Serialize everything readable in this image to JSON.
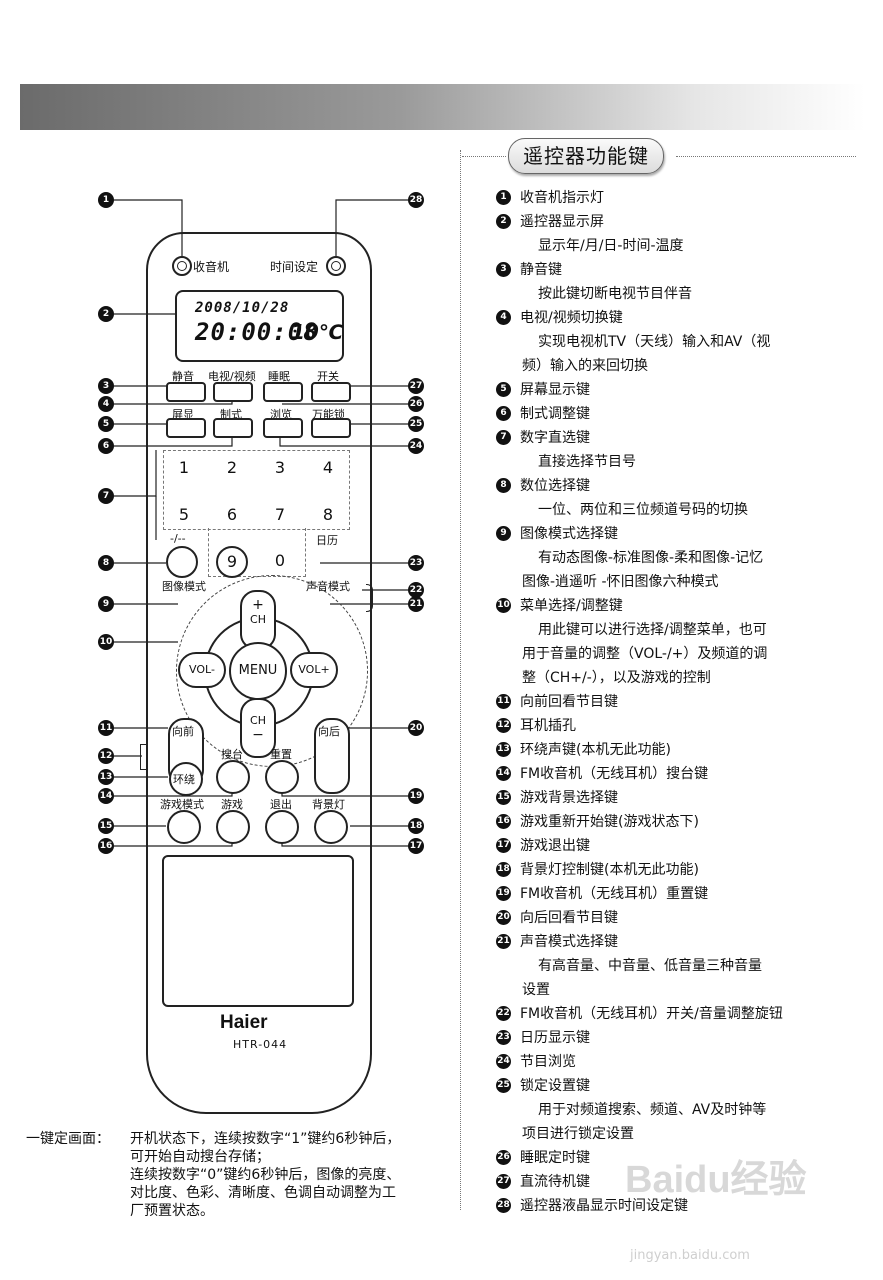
{
  "header": {
    "title": "遥控器功能键"
  },
  "functions": [
    {
      "n": "1",
      "label": "收音机指示灯",
      "desc": []
    },
    {
      "n": "2",
      "label": "遥控器显示屏",
      "desc": [
        {
          "t": "显示年/月/日-时间-温度",
          "s": "ind"
        }
      ]
    },
    {
      "n": "3",
      "label": "静音键",
      "desc": [
        {
          "t": "按此键切断电视节目伴音",
          "s": "ind"
        }
      ]
    },
    {
      "n": "4",
      "label": "电视/视频切换键",
      "desc": [
        {
          "t": "实现电视机TV（天线）输入和AV（视",
          "s": "ind"
        },
        {
          "t": "频）输入的来回切换",
          "s": "low"
        }
      ]
    },
    {
      "n": "5",
      "label": "屏幕显示键",
      "desc": []
    },
    {
      "n": "6",
      "label": "制式调整键",
      "desc": []
    },
    {
      "n": "7",
      "label": "数字直选键",
      "desc": [
        {
          "t": "直接选择节目号",
          "s": "ind"
        }
      ]
    },
    {
      "n": "8",
      "label": "数位选择键",
      "desc": [
        {
          "t": "一位、两位和三位频道号码的切换",
          "s": "ind"
        }
      ]
    },
    {
      "n": "9",
      "label": "图像模式选择键",
      "desc": [
        {
          "t": "有动态图像-标准图像-柔和图像-记忆",
          "s": "ind"
        },
        {
          "t": "图像-逍遥听 -怀旧图像六种模式",
          "s": "low"
        }
      ]
    },
    {
      "n": "10",
      "label": "菜单选择/调整键",
      "desc": [
        {
          "t": "用此键可以进行选择/调整菜单，也可",
          "s": "ind"
        },
        {
          "t": "用于音量的调整（VOL-/+）及频道的调",
          "s": "low"
        },
        {
          "t": "整（CH+/-），以及游戏的控制",
          "s": "low"
        }
      ]
    },
    {
      "n": "11",
      "label": "向前回看节目键",
      "desc": []
    },
    {
      "n": "12",
      "label": "耳机插孔",
      "desc": []
    },
    {
      "n": "13",
      "label": "环绕声键(本机无此功能)",
      "desc": []
    },
    {
      "n": "14",
      "label": "FM收音机（无线耳机）搜台键",
      "desc": []
    },
    {
      "n": "15",
      "label": "游戏背景选择键",
      "desc": []
    },
    {
      "n": "16",
      "label": "游戏重新开始键(游戏状态下)",
      "desc": []
    },
    {
      "n": "17",
      "label": "游戏退出键",
      "desc": []
    },
    {
      "n": "18",
      "label": "背景灯控制键(本机无此功能)",
      "desc": []
    },
    {
      "n": "19",
      "label": "FM收音机（无线耳机）重置键",
      "desc": []
    },
    {
      "n": "20",
      "label": "向后回看节目键",
      "desc": []
    },
    {
      "n": "21",
      "label": "声音模式选择键",
      "desc": [
        {
          "t": "有高音量、中音量、低音量三种音量",
          "s": "ind"
        },
        {
          "t": "设置",
          "s": "low"
        }
      ]
    },
    {
      "n": "22",
      "label": "FM收音机（无线耳机）开关/音量调整旋钮",
      "desc": []
    },
    {
      "n": "23",
      "label": "日历显示键",
      "desc": []
    },
    {
      "n": "24",
      "label": "节目浏览",
      "desc": []
    },
    {
      "n": "25",
      "label": "锁定设置键",
      "desc": [
        {
          "t": "用于对频道搜索、频道、AV及时钟等",
          "s": "ind"
        },
        {
          "t": "项目进行锁定设置",
          "s": "low"
        }
      ]
    },
    {
      "n": "26",
      "label": "睡眠定时键",
      "desc": []
    },
    {
      "n": "27",
      "label": "直流待机键",
      "desc": []
    },
    {
      "n": "28",
      "label": "遥控器液晶显示时间设定键",
      "desc": []
    }
  ],
  "remote": {
    "radio_label": "收音机",
    "time_set_label": "时间设定",
    "lcd_date": "2008/10/28",
    "lcd_time": "20:00:08",
    "lcd_temp": "10℃",
    "row1": [
      "静音",
      "电视/视频",
      "睡眠",
      "开关"
    ],
    "row2": [
      "屏显",
      "制式",
      "浏览",
      "万能锁"
    ],
    "digits": [
      "1",
      "2",
      "3",
      "4",
      "5",
      "6",
      "7",
      "8",
      "9",
      "0"
    ],
    "dash_label": "-/--",
    "calendar_label": "日历",
    "image_mode_label": "图像模式",
    "sound_mode_label": "声音模式",
    "ch_plus": "+\nCH",
    "ch_label": "CH",
    "vol_minus": "VOL-",
    "vol_plus": "VOL+",
    "menu": "MENU",
    "forward": "向前",
    "surround": "环绕",
    "backward": "向后",
    "search": "搜台",
    "reset": "重置",
    "game_mode": "游戏模式",
    "game": "游戏",
    "exit": "退出",
    "backlight": "背景灯",
    "brand": "Haier",
    "model": "HTR-044"
  },
  "callouts_left": [
    "1",
    "2",
    "3",
    "4",
    "5",
    "6",
    "7",
    "8",
    "9",
    "10",
    "11",
    "12",
    "13",
    "14",
    "15",
    "16"
  ],
  "callouts_right": [
    "28",
    "27",
    "26",
    "25",
    "24",
    "23",
    "22",
    "21",
    "20",
    "19",
    "18",
    "17"
  ],
  "note": {
    "label": "一键定画面：",
    "line1": "开机状态下，连续按数字“1”键约6秒钟后，",
    "line2": "可开始自动搜台存储；",
    "line3": "连续按数字“0”键约6秒钟后，图像的亮度、",
    "line4": "对比度、色彩、清晰度、色调自动调整为工",
    "line5": "厂预置状态。"
  },
  "watermark": {
    "text": "Baidu经验",
    "url": "jingyan.baidu.com"
  }
}
